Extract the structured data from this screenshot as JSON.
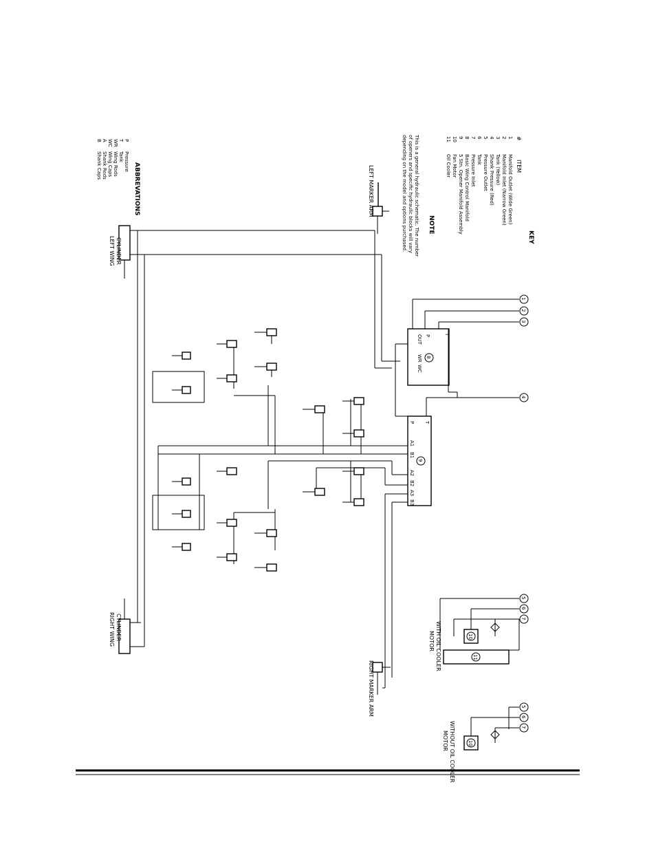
{
  "key": {
    "title": "KEY",
    "col_num": "#",
    "col_item": "ITEM",
    "items": [
      {
        "num": "1",
        "label": "Manifold Outlet (Wide Green)"
      },
      {
        "num": "2",
        "label": "Manifold Inlet (Narrow Green)"
      },
      {
        "num": "3",
        "label": "Tank (Yellow)"
      },
      {
        "num": "4",
        "label": "Shank Pressure (Red)"
      },
      {
        "num": "5",
        "label": "Pressure Outlet"
      },
      {
        "num": "6",
        "label": "Tank"
      },
      {
        "num": "7",
        "label": "Pressure Inlet"
      },
      {
        "num": "8",
        "label": "Basic Wing Control Manifold"
      },
      {
        "num": "9",
        "label": "5 Stn. Opener Manifold Assembly"
      },
      {
        "num": "10",
        "label": "Fan Motor"
      },
      {
        "num": "11",
        "label": "Oil Cooler"
      }
    ]
  },
  "note": {
    "title": "NOTE",
    "lines": [
      "This is a general hydraulic schematic. The number",
      "of openers and specific hydraulic blocks will vary",
      "depending on the model and options purchased."
    ]
  },
  "abbreviations": {
    "title": "ABBREVATIONS",
    "items": [
      {
        "abbr": "P",
        "meaning": "Pressure"
      },
      {
        "abbr": "T",
        "meaning": "Tank"
      },
      {
        "abbr": "WR",
        "meaning": "Wing Rods"
      },
      {
        "abbr": "WC",
        "meaning": "Wing Caps"
      },
      {
        "abbr": "A",
        "meaning": "Shank Rods"
      },
      {
        "abbr": "B",
        "meaning": "Shank Caps"
      }
    ]
  },
  "labels": {
    "left_marker_arm": "LEFT MARKER ARM",
    "right_marker_arm": "RIGHT MARKER ARM",
    "left_wing_cylinder": [
      "LEFT WING",
      "CYLINDER"
    ],
    "right_wing_cylinder": [
      "RIGHT WING",
      "CYLINDER"
    ],
    "motor_with_cooler": [
      "MOTOR",
      "WITH OIL COOLER"
    ],
    "motor_without_cooler": [
      "MOTOR",
      "WITHOUT OIL COOLER"
    ]
  },
  "manifold_8": {
    "number": "8",
    "ports": [
      "OUT",
      "P",
      "T",
      "WR",
      "WC"
    ]
  },
  "manifold_9": {
    "number": "9",
    "ports": [
      "A1",
      "B1",
      "A2",
      "B2",
      "A3",
      "B3",
      "P",
      "T"
    ]
  },
  "callouts": {
    "c1": "1",
    "c2": "2",
    "c3": "3",
    "c4": "4",
    "m5": "5",
    "m6": "6",
    "m7": "7",
    "m10": "10",
    "m11": "11",
    "n5": "5",
    "n6": "6",
    "n7": "7",
    "n10": "10"
  },
  "colors": {
    "line": "#000000",
    "background": "#ffffff"
  }
}
